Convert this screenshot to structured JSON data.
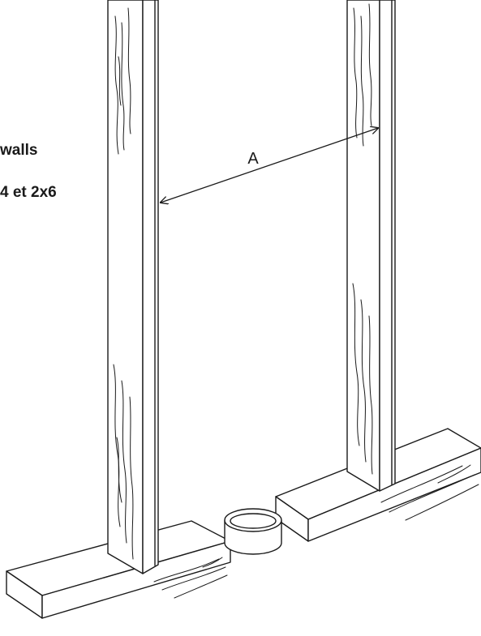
{
  "caption": {
    "line1": "walls",
    "line2": "4 et 2x6"
  },
  "diagram": {
    "dimension_label": "A"
  },
  "colors": {
    "stroke": "#1a1a1a",
    "background": "#ffffff"
  }
}
